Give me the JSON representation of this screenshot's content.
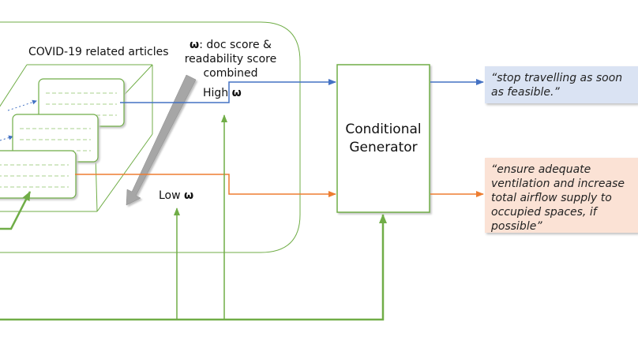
{
  "labels": {
    "articles": "COVID-19 related articles",
    "omega_symbol": "ω",
    "omega_note_rest": ": doc score & readability score combined",
    "high": "High",
    "low": "Low",
    "generator": "Conditional Generator"
  },
  "outputs": {
    "high_text": "“stop travelling as soon as feasible.”",
    "low_text": "“ensure adequate ventilation and increase total airflow supply to occupied spaces, if possible”"
  },
  "colors": {
    "green": "#70ad47",
    "blue": "#4472c4",
    "orange": "#ed7d31",
    "gray_arrow": "#a6a6a6",
    "output_high_bg": "#dae3f3",
    "output_low_bg": "#fbe2d5"
  }
}
